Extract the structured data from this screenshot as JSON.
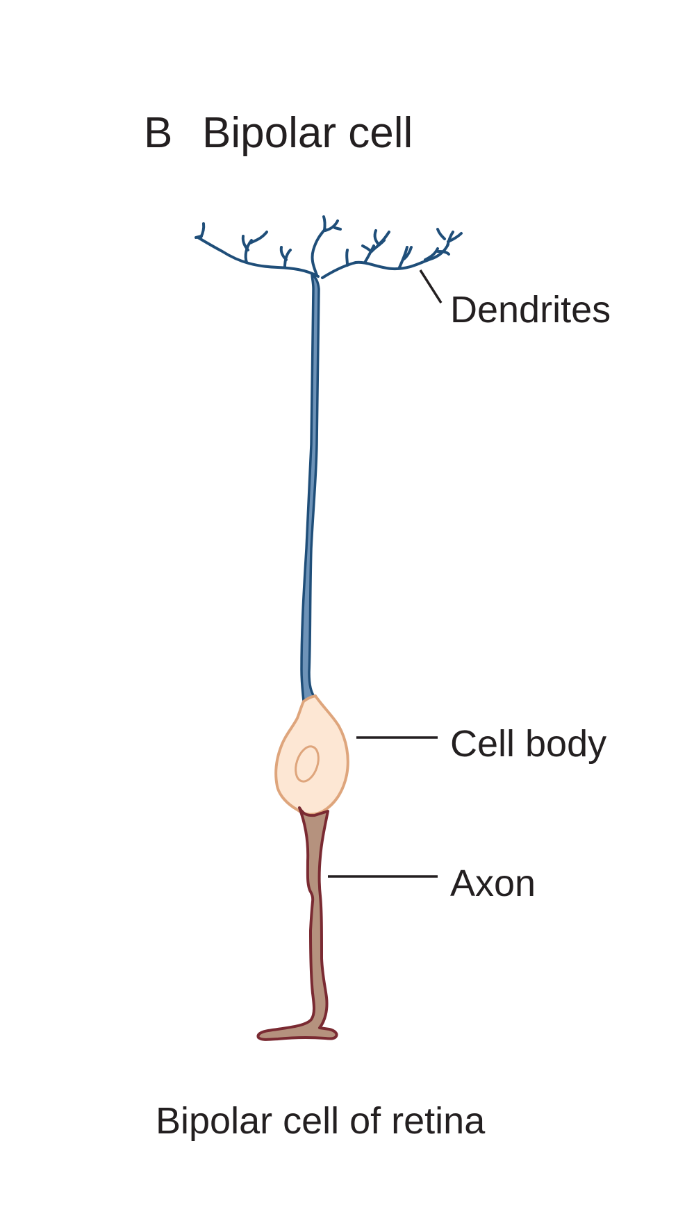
{
  "panel": {
    "letter": "B",
    "title": "Bipolar cell"
  },
  "labels": {
    "dendrites": "Dendrites",
    "cell_body": "Cell body",
    "axon": "Axon"
  },
  "caption": "Bipolar cell of retina",
  "colors": {
    "dendrite_fill": "#6e93b8",
    "dendrite_stroke": "#1f4e79",
    "cell_body_fill": "#fde7d4",
    "cell_body_stroke": "#dea57c",
    "axon_fill": "#b5927e",
    "axon_stroke": "#7a2a32",
    "text": "#231f20"
  }
}
